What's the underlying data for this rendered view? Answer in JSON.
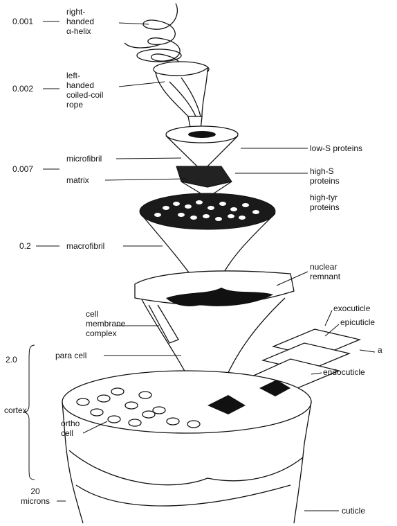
{
  "scale_marks": {
    "s0001": "0.001",
    "s0002": "0.002",
    "s0007": "0.007",
    "s02": "0.2",
    "s20": "2.0",
    "cortex": "cortex",
    "s200": "20\nmicrons"
  },
  "labels": {
    "alpha_helix": "right-\nhanded\nα-helix",
    "coiled_coil": "left-\nhanded\ncoiled-coil\nrope",
    "microfibril": "microfibril",
    "matrix": "matrix",
    "low_s": "low-S proteins",
    "high_s": "high-S\nproteins",
    "high_tyr": "high-tyr\nproteins",
    "macrofibril": "macrofibril",
    "nuclear_remnant": "nuclear\nremnant",
    "cell_membrane": "cell\nmembrane\ncomplex",
    "exocuticle": "exocuticle",
    "epicuticle": "epicuticle",
    "a_layer": "a",
    "endocuticle": "endocuticle",
    "para_cell": "para cell",
    "ortho_cell": "ortho\ncell",
    "cuticle": "cuticle"
  },
  "colors": {
    "ink": "#111111",
    "background": "#ffffff"
  }
}
